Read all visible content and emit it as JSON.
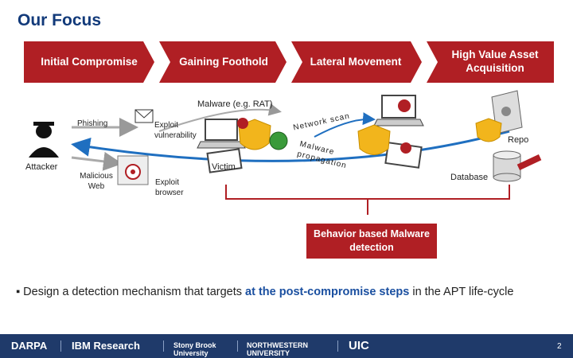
{
  "title": "Our Focus",
  "stages": [
    {
      "label": "Initial Compromise"
    },
    {
      "label": "Gaining Foothold"
    },
    {
      "label": "Lateral Movement"
    },
    {
      "label": "High Value Asset Acquisition"
    }
  ],
  "colors": {
    "stage": "#b01f24",
    "title": "#123a7a",
    "footer": "#1f3a6a",
    "highlight": "#1a4fa0"
  },
  "diagram": {
    "malware_rat": "Malware (e.g. RAT)",
    "phishing": "Phishing",
    "attacker": "Attacker",
    "malicious_web": "Malicious Web",
    "exploit_vulnerability": "Exploit vulnerability",
    "exploit_browser": "Exploit browser",
    "victim": "Victim",
    "network_scan": "Network scan",
    "malware_propagation": "Malware propagation",
    "repo": "Repo",
    "database": "Database"
  },
  "callout": "Behavior based Malware detection",
  "bullet": {
    "pre": "Design a detection mechanism that targets ",
    "highlight": "at the post-compromise steps",
    "post": " in the APT life-cycle"
  },
  "footer": {
    "logos": [
      "DARPA",
      "IBM Research",
      "Stony Brook University",
      "NORTHWESTERN UNIVERSITY",
      "UIC"
    ],
    "page": "2"
  }
}
